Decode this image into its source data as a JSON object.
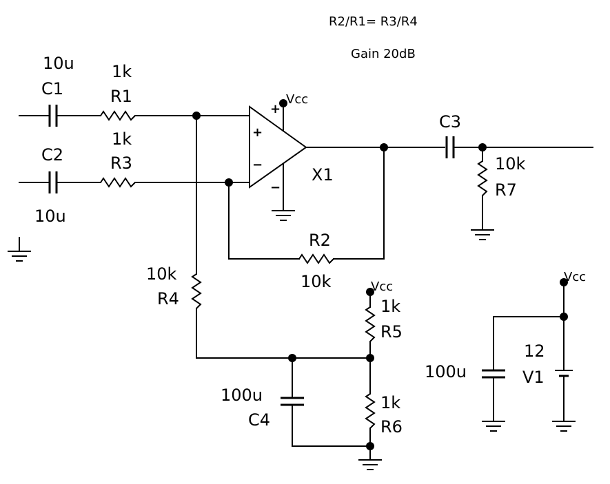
{
  "notes": {
    "ratio": "R2/R1= R3/R4",
    "gain": "Gain 20dB"
  },
  "components": {
    "c1": {
      "name": "C1",
      "value": "10u"
    },
    "c2": {
      "name": "C2",
      "value": "10u"
    },
    "c3": {
      "name": "C3"
    },
    "c4": {
      "name": "C4",
      "value": "100u"
    },
    "c5": {
      "value": "100u"
    },
    "r1": {
      "name": "R1",
      "value": "1k"
    },
    "r2": {
      "name": "R2",
      "value": "10k"
    },
    "r3": {
      "name": "R3",
      "value": "1k"
    },
    "r4": {
      "name": "R4",
      "value": "10k"
    },
    "r5": {
      "name": "R5",
      "value": "1k"
    },
    "r6": {
      "name": "R6",
      "value": "1k"
    },
    "r7": {
      "name": "R7",
      "value": "10k"
    },
    "x1": {
      "name": "X1",
      "plus": "+",
      "minus": "−",
      "vplus": "+",
      "vminus": "−"
    },
    "v1": {
      "name": "V1",
      "value": "12"
    }
  },
  "rails": {
    "vcc": "Vcc"
  }
}
